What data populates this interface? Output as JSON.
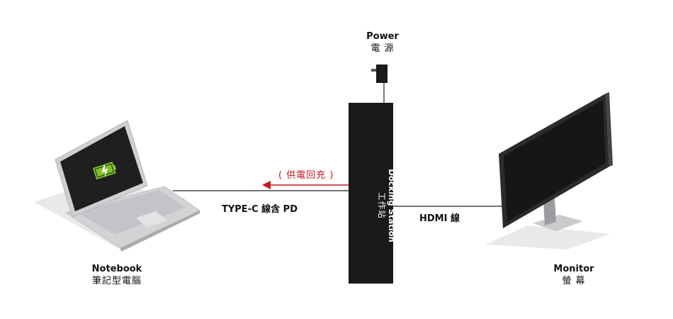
{
  "power": {
    "label_en": "Power",
    "label_zh": "電 源"
  },
  "notebook": {
    "label_en": "Notebook",
    "label_zh": "筆記型電腦"
  },
  "monitor": {
    "label_en": "Monitor",
    "label_zh": "螢 幕"
  },
  "dock": {
    "label_en": "Docking Station",
    "label_zh": "工作站"
  },
  "cables": {
    "typec_label": "TYPE-C 線含  PD",
    "charge_label": "( 供電回充 )",
    "hdmi_label": "HDMI 線"
  },
  "colors": {
    "dock": "#1a1a1a",
    "charge_arrow": "#c8171e",
    "battery": "#7ec22a",
    "cable": "#222222"
  }
}
